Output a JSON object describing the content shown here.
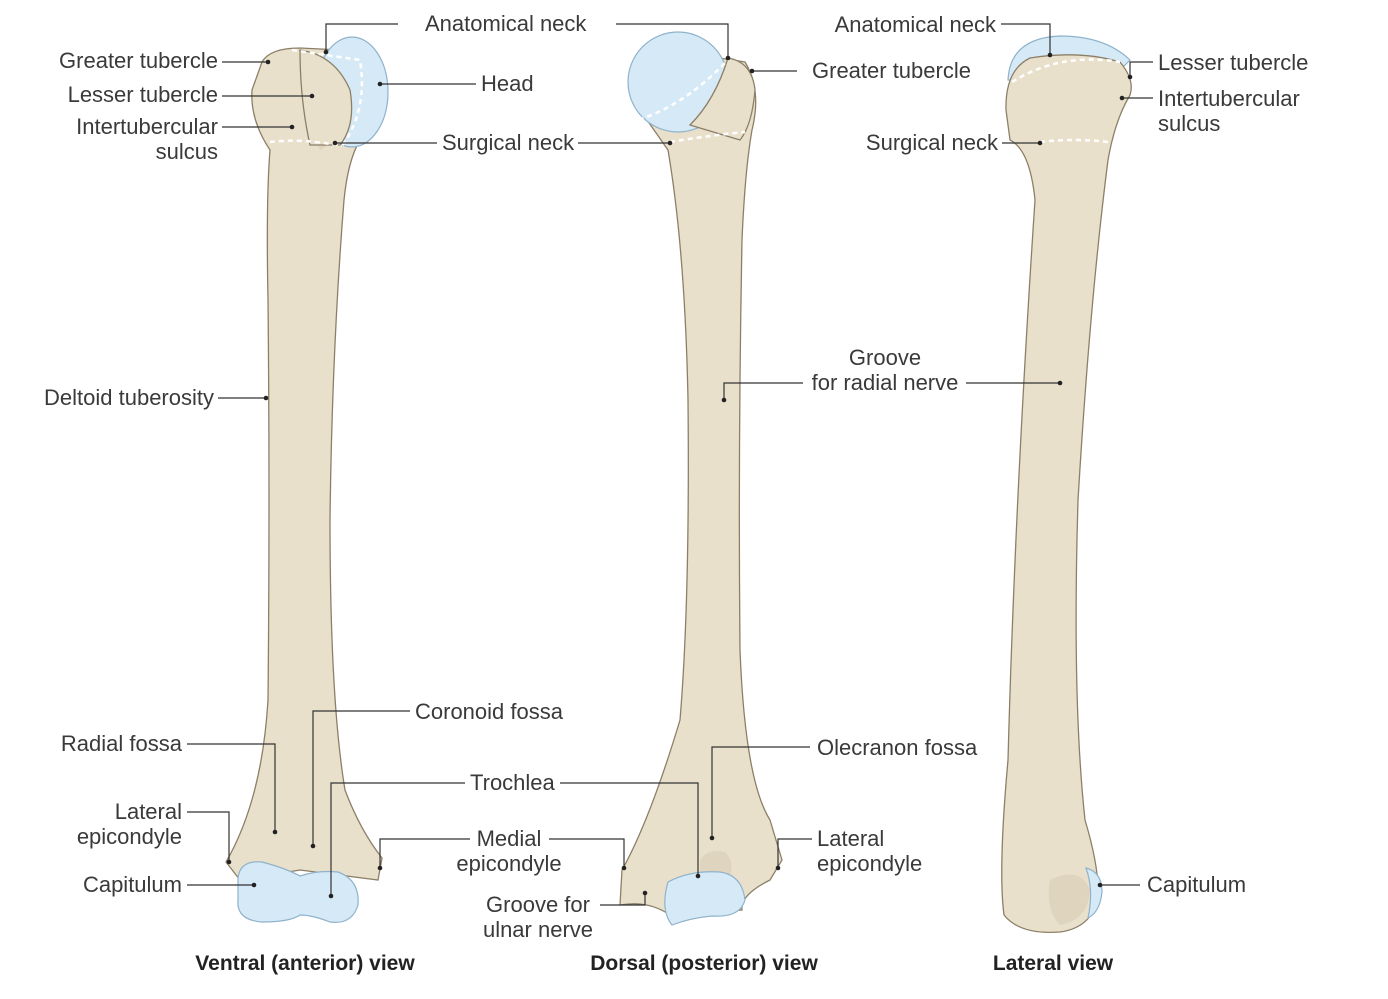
{
  "views": {
    "ventral": {
      "title": "Ventral (anterior) view",
      "labels": {
        "greater_tubercle": "Greater tubercle",
        "lesser_tubercle": "Lesser tubercle",
        "intertubercular_1": "Intertubercular",
        "intertubercular_2": "sulcus",
        "deltoid_tuberosity": "Deltoid tuberosity",
        "anatomical_neck": "Anatomical neck",
        "head": "Head",
        "surgical_neck": "Surgical neck",
        "coronoid_fossa": "Coronoid fossa",
        "radial_fossa": "Radial fossa",
        "trochlea": "Trochlea",
        "lateral_epicondyle_1": "Lateral",
        "lateral_epicondyle_2": "epicondyle",
        "capitulum": "Capitulum",
        "medial_epicondyle_1": "Medial",
        "medial_epicondyle_2": "epicondyle"
      }
    },
    "dorsal": {
      "title": "Dorsal (posterior) view",
      "labels": {
        "greater_tubercle": "Greater tubercle",
        "groove_radial_1": "Groove",
        "groove_radial_2": "for radial nerve",
        "olecranon_fossa": "Olecranon fossa",
        "groove_ulnar_1": "Groove for",
        "groove_ulnar_2": "ulnar nerve",
        "lateral_epicondyle_1": "Lateral",
        "lateral_epicondyle_2": "epicondyle"
      }
    },
    "lateral": {
      "title": "Lateral view",
      "labels": {
        "anatomical_neck": "Anatomical neck",
        "lesser_tubercle": "Lesser tubercle",
        "intertubercular_1": "Intertubercular",
        "intertubercular_2": "sulcus",
        "surgical_neck": "Surgical neck",
        "capitulum": "Capitulum"
      }
    }
  },
  "colors": {
    "bone": "#e9e0cc",
    "cartilage": "#d6e9f6",
    "outline": "#8c7f68"
  }
}
